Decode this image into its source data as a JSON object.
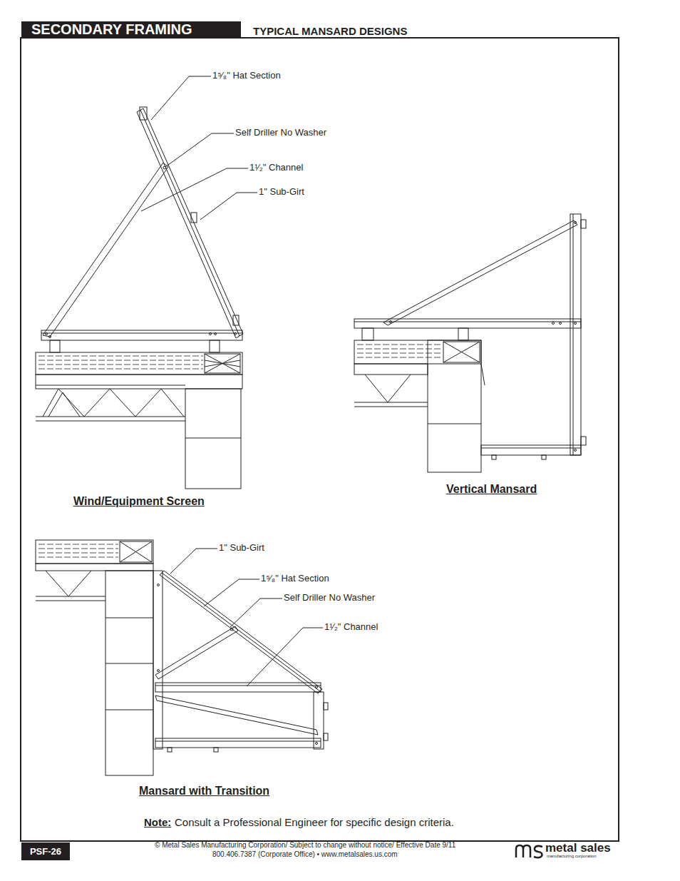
{
  "diagram": {
    "title": "TYPICAL MANSARD DESIGNS",
    "nodes": [
      {
        "text": [
          "SECONDARY FRAMING"
        ]
      },
      {
        "text": [
          "PSF-26"
        ]
      }
    ],
    "labels": [
      "1⁵⁄₈\" Hat Section",
      "Self Driller No Washer",
      "1¹⁄₂\" Channel",
      "1\" Sub-Girt",
      "Wind/Equipment Screen",
      "Vertical Mansard",
      "1\" Sub-Girt",
      "1⁵⁄₈\" Hat Section",
      "Self Driller No Washer",
      "1¹⁄₂\" Channel",
      "Mansard with Transition",
      "Note:",
      "Consult a Professional Engineer for specific design criteria.",
      "© Metal Sales Manufacturing Corporation/ Subject to change without notice/ Effective Date 9/11",
      "800.406.7387 (Corporate Office) • www.metalsales.us.com",
      "metal sales",
      "manufacturing corporation"
    ]
  }
}
